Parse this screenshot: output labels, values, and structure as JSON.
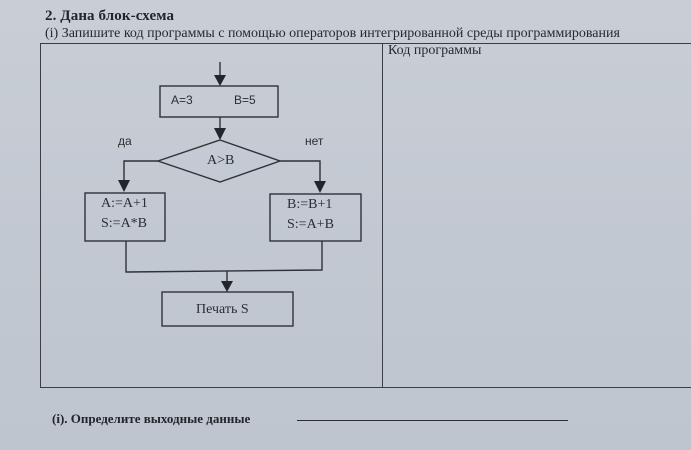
{
  "task": {
    "heading": "2. Дана блок-схема",
    "subheading": "(i) Запишите код программы с помощью операторов интегрированной среды программирования",
    "code_column_label": "Код программы",
    "code_value": ""
  },
  "flowchart": {
    "init_block": {
      "left": "A=3",
      "right": "B=5"
    },
    "condition": "A>B",
    "yes_label": "да",
    "no_label": "нет",
    "yes_block": {
      "line1": "A:=A+1",
      "line2": "S:=A*B"
    },
    "no_block": {
      "line1": "B:=B+1",
      "line2": "S:=A+B"
    },
    "output_block": "Печать S"
  },
  "question": {
    "label": "(i). Определите выходные данные",
    "answer_value": ""
  },
  "colors": {
    "paper": "#c4cad3",
    "ink": "#2a2e35"
  }
}
